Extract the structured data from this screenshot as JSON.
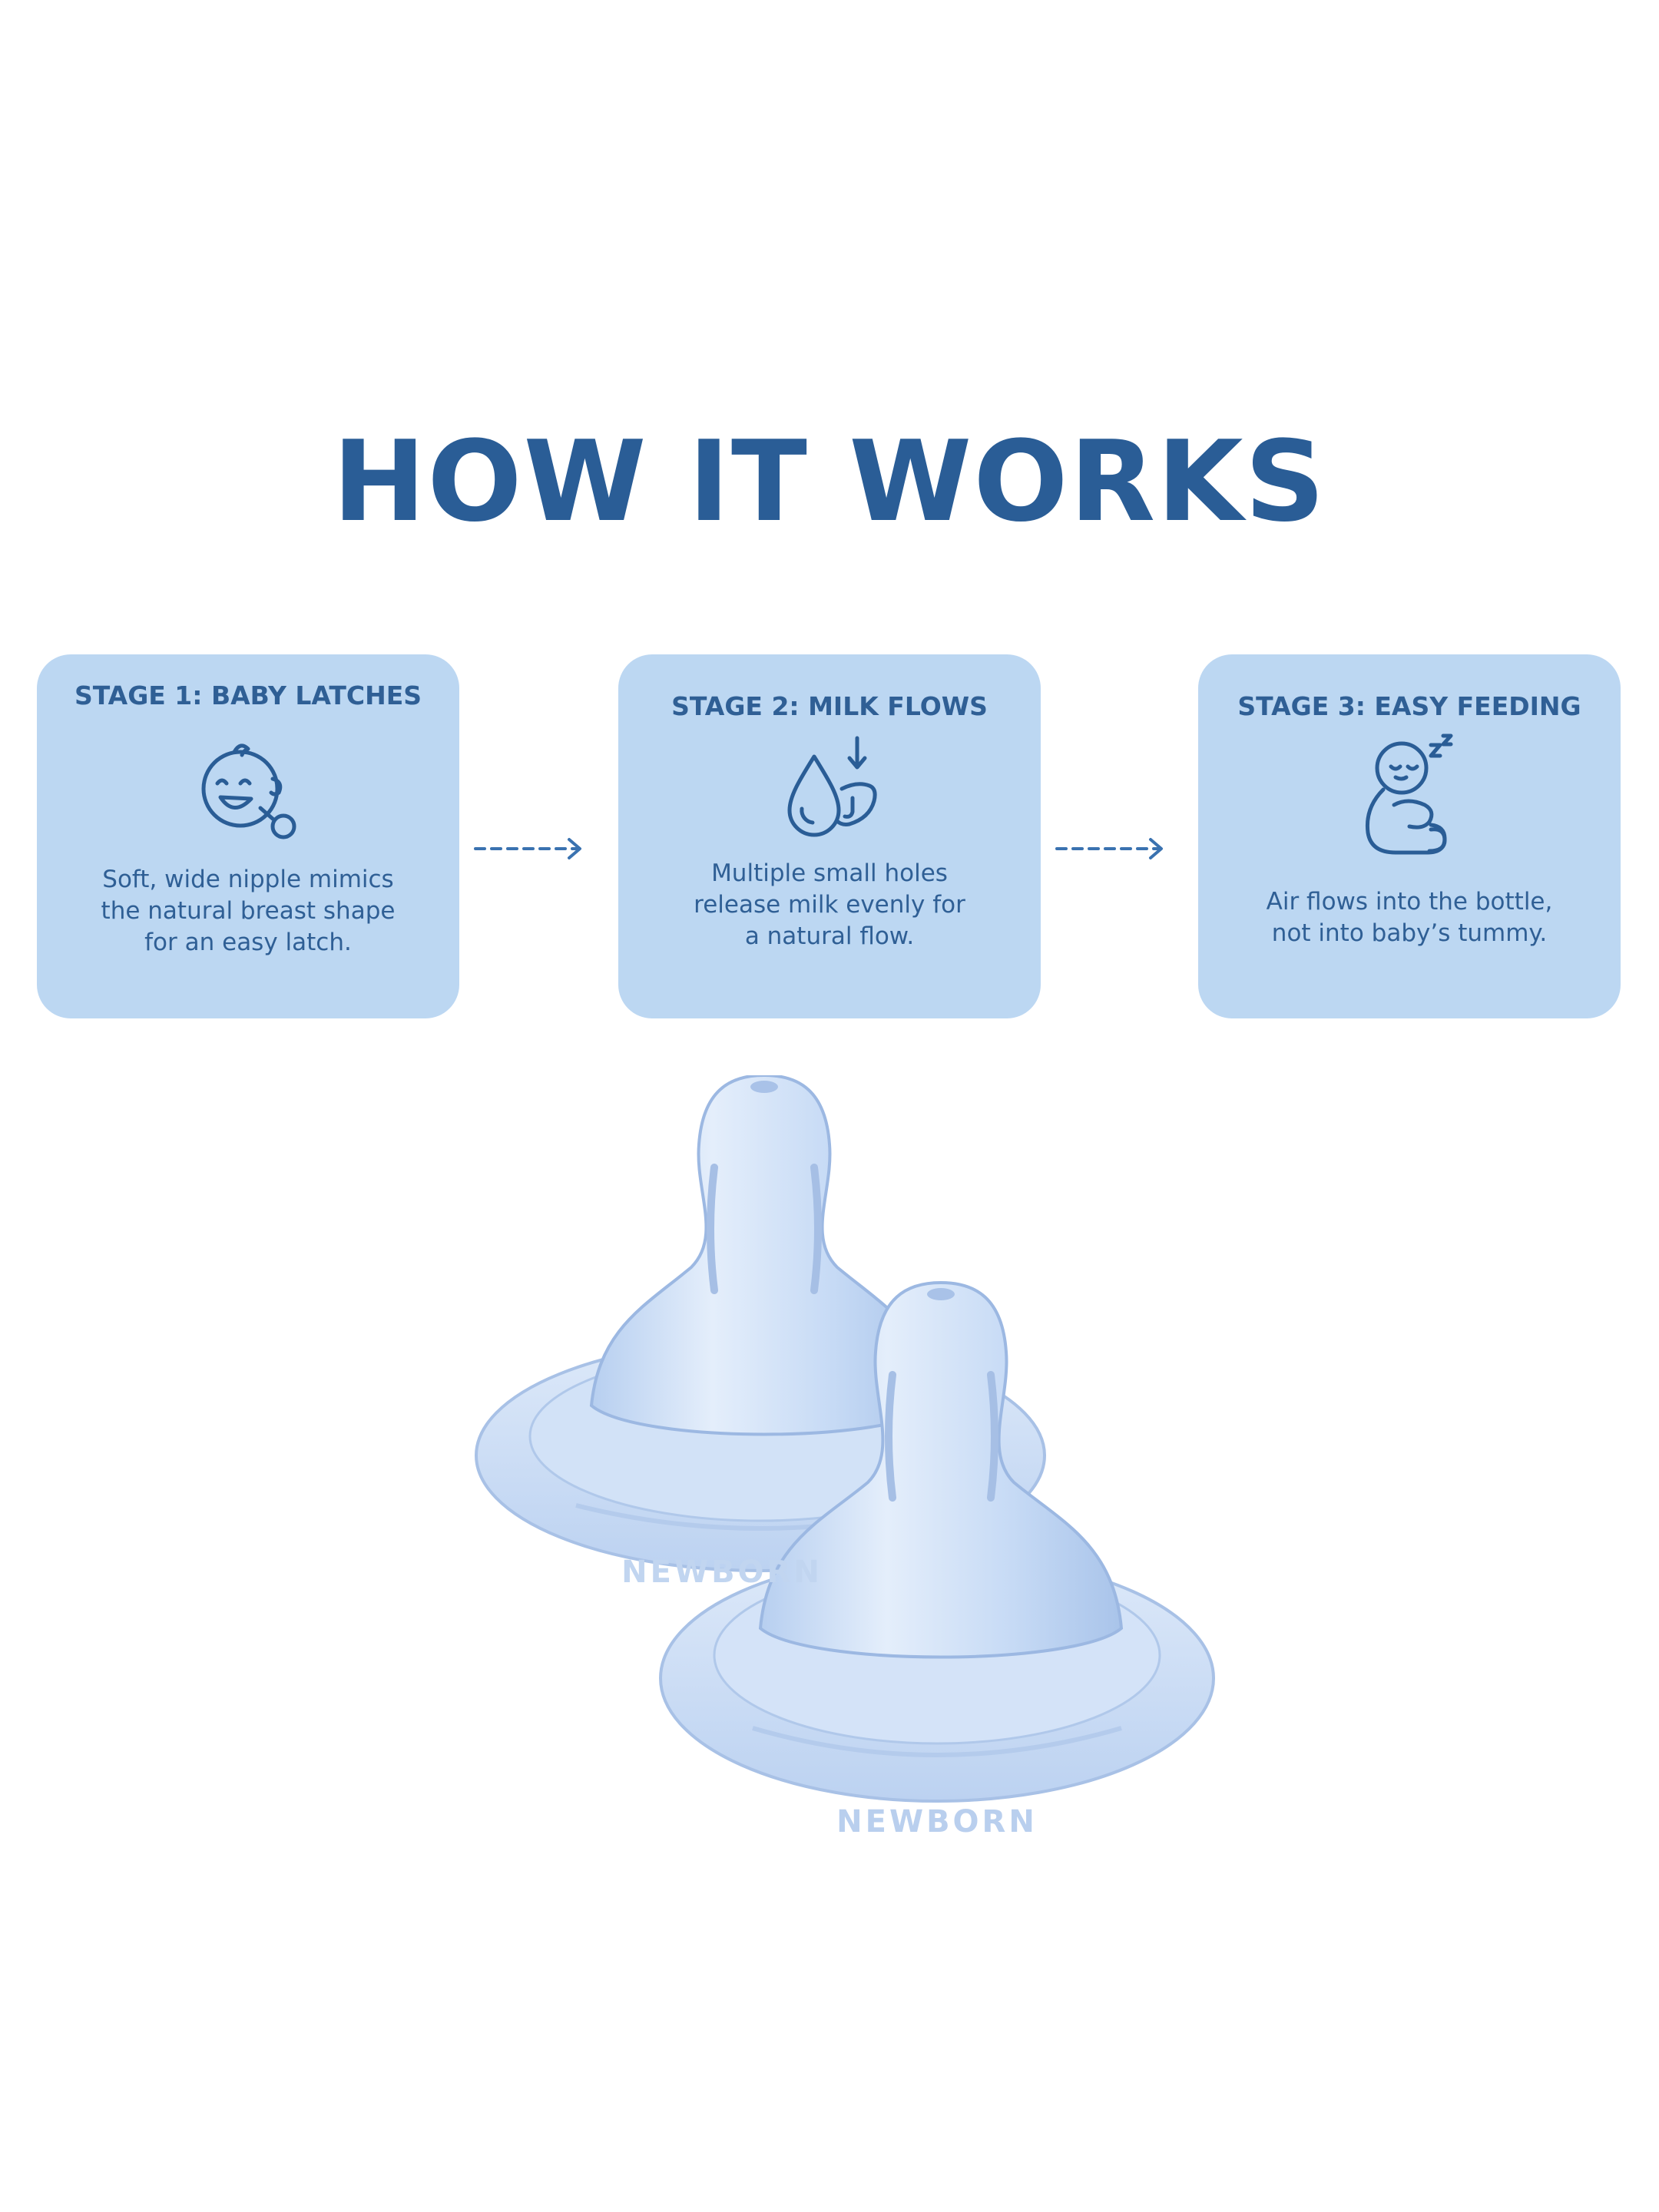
{
  "header": {
    "title": "HOW IT WORKS"
  },
  "stages": [
    {
      "title": "STAGE 1: BABY LATCHES",
      "icon": "baby-latching-icon",
      "description": [
        "Soft, wide nipple mimics",
        "the natural breast shape",
        "for an easy latch."
      ]
    },
    {
      "title": "STAGE 2: MILK FLOWS",
      "icon": "milk-drop-flow-icon",
      "description": [
        "Multiple small holes",
        "release milk evenly for",
        "a natural flow."
      ]
    },
    {
      "title": "STAGE 3: EASY FEEDING",
      "icon": "sleeping-baby-icon",
      "description": [
        "Air flows into the bottle,",
        "not into baby’s tummy."
      ]
    }
  ],
  "product": {
    "embossed_text_back": "NEWBORN",
    "embossed_text_front": "NEWBORN"
  },
  "colors": {
    "primary": "#2a5d96",
    "card_bg": "#bcd7f2",
    "nipple": "#c9dcf6"
  }
}
